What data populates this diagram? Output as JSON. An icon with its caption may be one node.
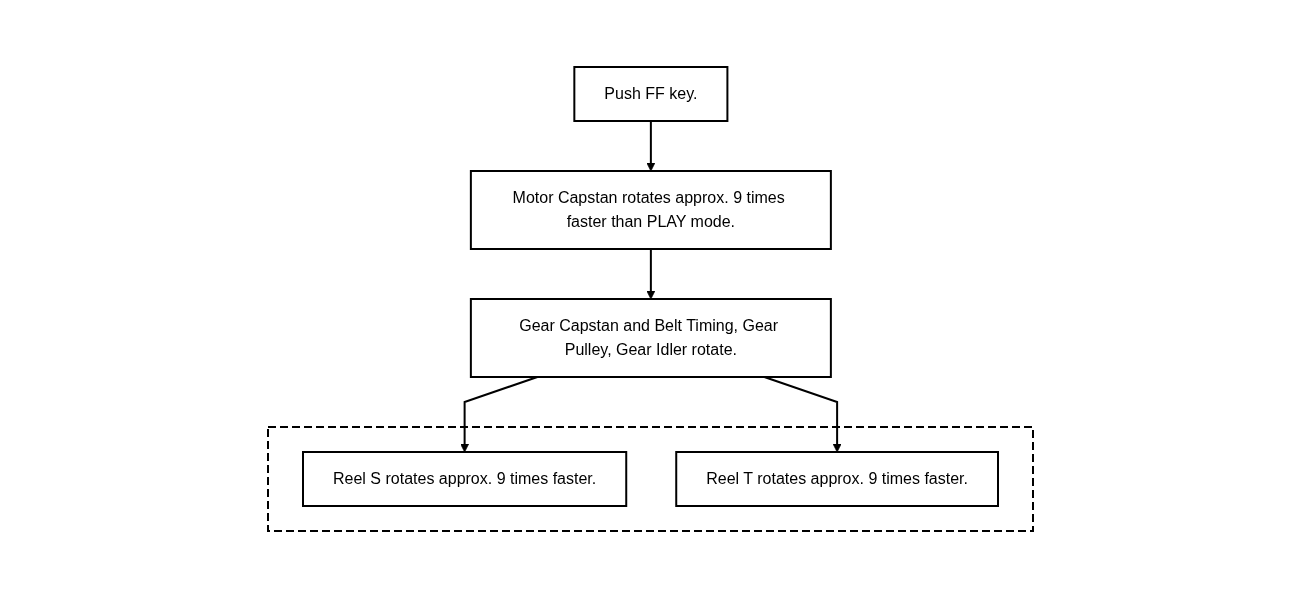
{
  "diagram": {
    "nodes": [
      {
        "text": [
          "Push FF key."
        ]
      },
      {
        "text": [
          "Motor Capstan rotates approx. 9 times faster than PLAY mode."
        ]
      },
      {
        "text": [
          "Gear Capstan and Belt Timing, Gear Pulley, Gear Idler rotate."
        ]
      },
      {
        "text": [],
        "shape": "box"
      },
      {
        "text": [
          "Reel S rotates approx. 9 times faster."
        ],
        "in": 3
      },
      {
        "text": [
          "Reel T rotates approx. 9 times faster."
        ],
        "in": 3
      }
    ],
    "edges": [
      {
        "from": 0,
        "to": 1,
        "arrow": "to"
      },
      {
        "from": 1,
        "to": 2,
        "arrow": "to"
      },
      {
        "from": 2,
        "to": 4,
        "arrow": "to"
      },
      {
        "from": 2,
        "to": 5,
        "arrow": "to"
      }
    ]
  }
}
